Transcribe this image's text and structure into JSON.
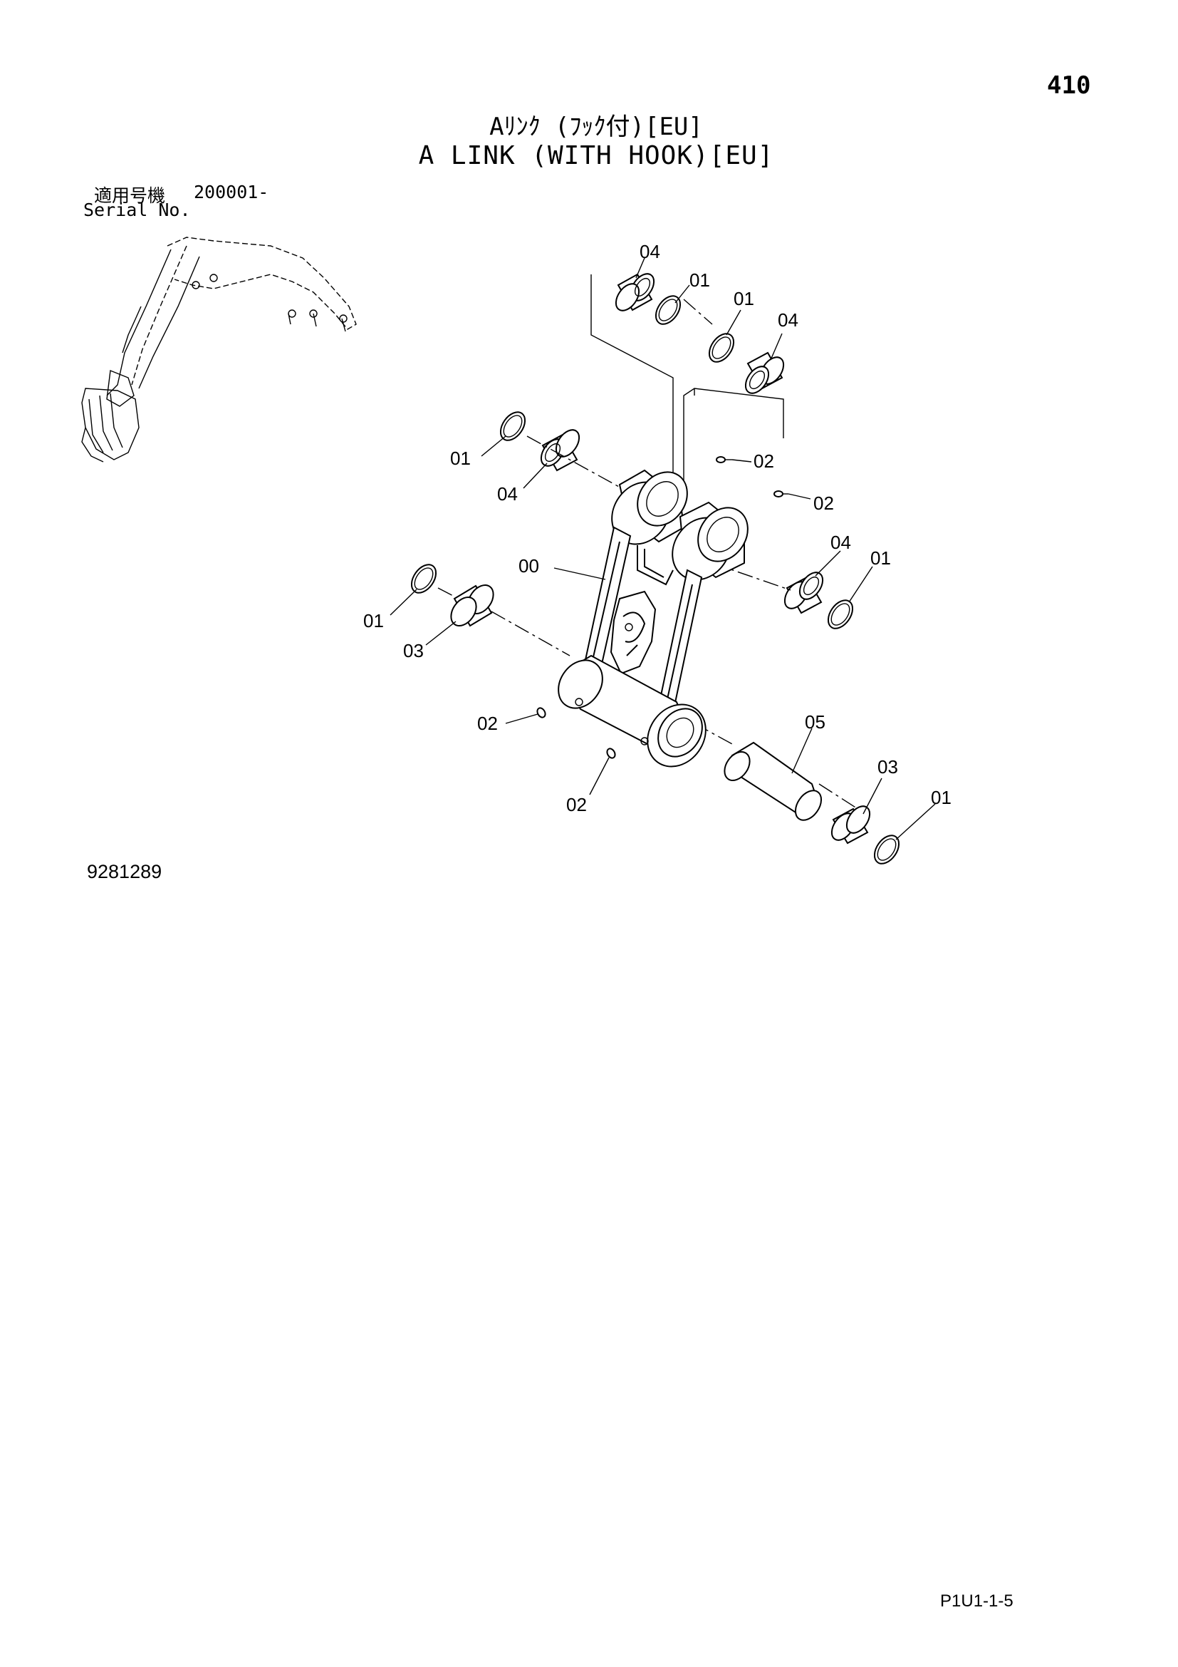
{
  "page_number": "410",
  "title_ja": "Aﾘﾝｸ (ﾌｯｸ付)[EU]",
  "title_en": "A LINK (WITH HOOK)[EU]",
  "serial": {
    "label_ja": "適用号機",
    "value": "200001-",
    "label_en": "Serial No."
  },
  "drawing_number": "9281289",
  "page_code": "P1U1-1-5",
  "callouts": {
    "c1": "04",
    "c2": "01",
    "c3": "01",
    "c4": "04",
    "c5": "01",
    "c6": "04",
    "c7": "02",
    "c8": "02",
    "c9": "00",
    "c10": "04",
    "c11": "01",
    "c12": "01",
    "c13": "03",
    "c14": "02",
    "c15": "05",
    "c16": "03",
    "c17": "02",
    "c18": "01"
  }
}
